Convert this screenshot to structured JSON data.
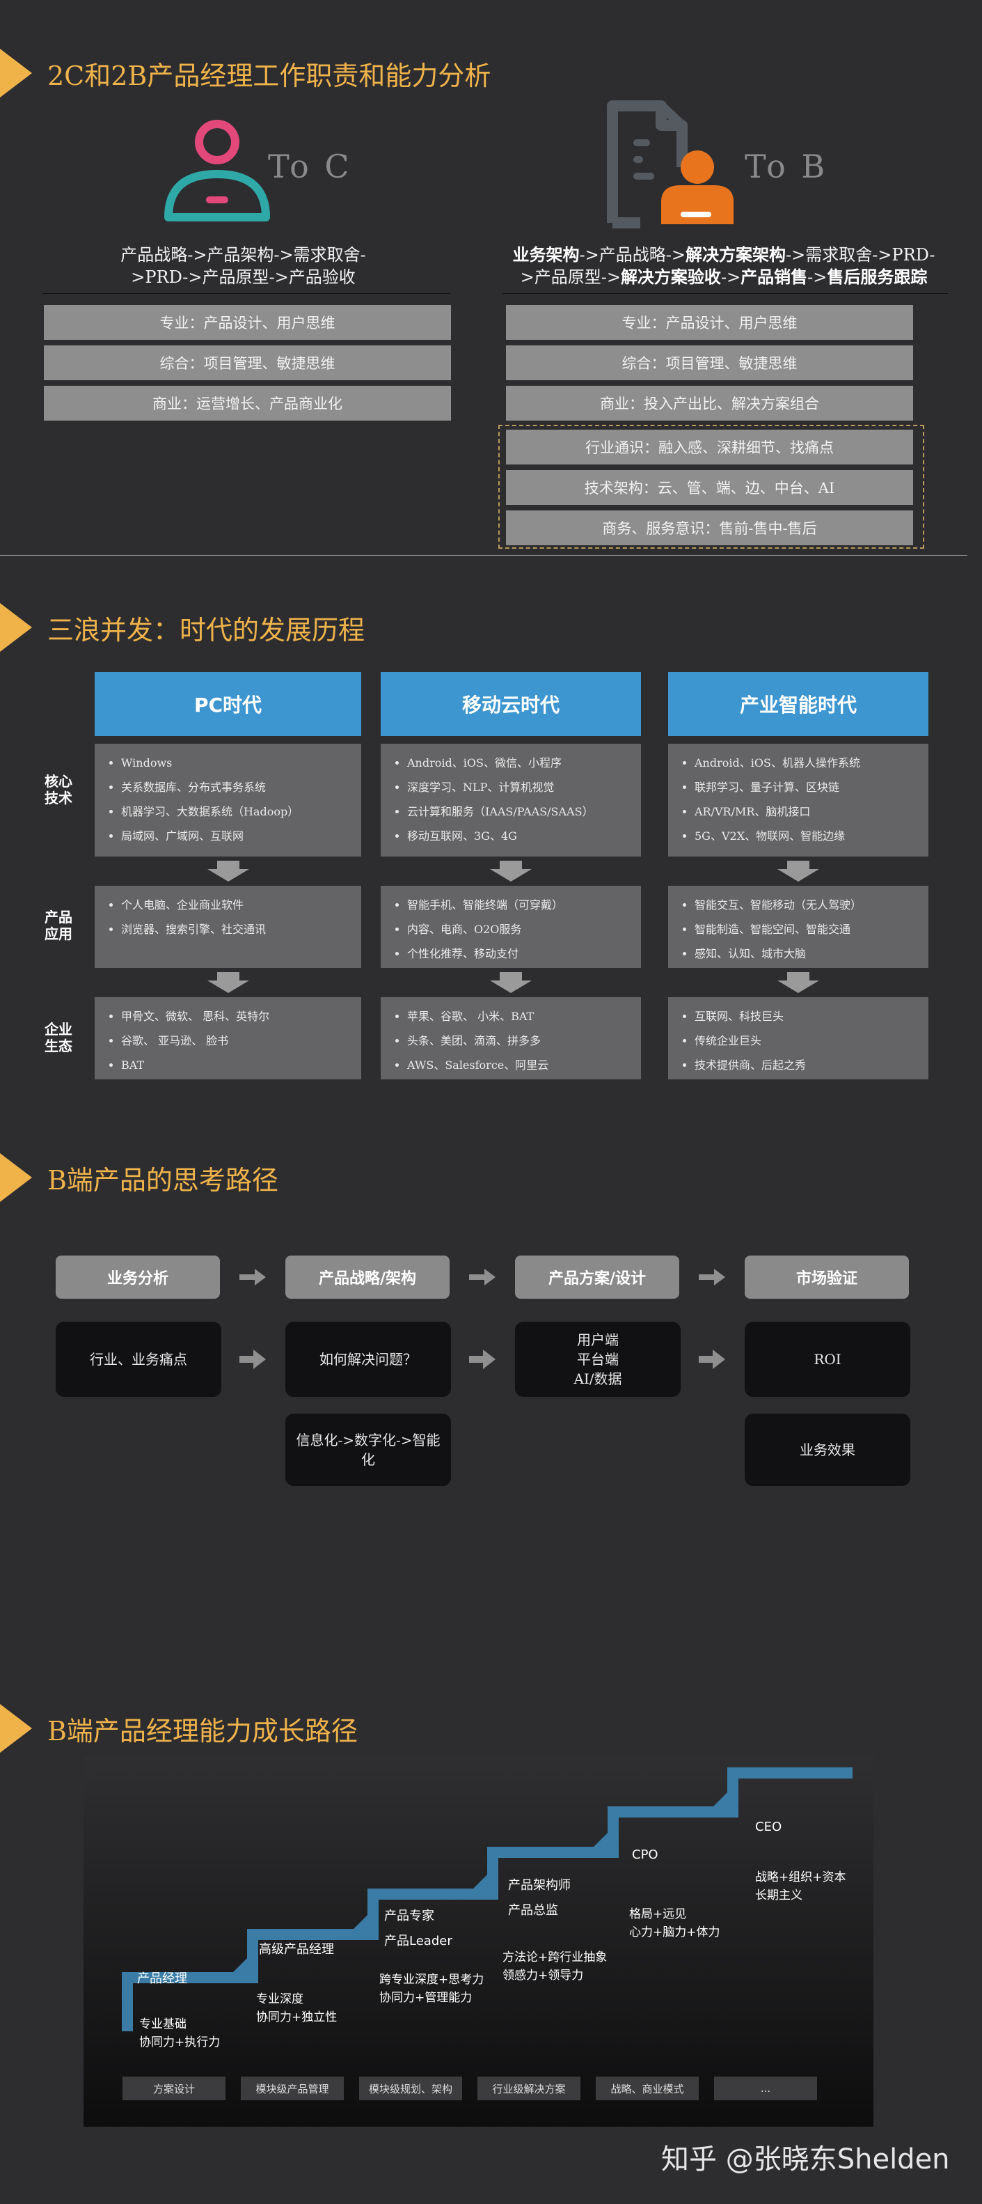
{
  "section1": {
    "title": "2C和2B产品经理工作职责和能力分析",
    "toc": {
      "label": "To C",
      "flow_line1": "产品战略->产品架构->需求取舍-",
      "flow_line2": ">PRD->产品原型->产品验收",
      "skills": [
        "专业：产品设计、用户思维",
        "综合：项目管理、敏捷思维",
        "商业：运营增长、产品商业化"
      ]
    },
    "tob": {
      "label": "To B",
      "flow_line1": [
        {
          "t": "业务架构",
          "b": true
        },
        {
          "t": "->产品战略->",
          "b": false
        },
        {
          "t": "解决方案架构",
          "b": true
        },
        {
          "t": "->需求取舍->PRD-",
          "b": false
        }
      ],
      "flow_line2": [
        {
          "t": ">产品原型->",
          "b": false
        },
        {
          "t": "解决方案验收",
          "b": true
        },
        {
          "t": "->",
          "b": false
        },
        {
          "t": "产品销售",
          "b": true
        },
        {
          "t": "->",
          "b": false
        },
        {
          "t": "售后服务跟踪",
          "b": true
        }
      ],
      "skills": [
        "专业：产品设计、用户思维",
        "综合：项目管理、敏捷思维",
        "商业：投入产出比、解决方案组合"
      ],
      "extra_skills": [
        "行业通识：融入感、深耕细节、找痛点",
        "技术架构：云、管、端、边、中台、AI",
        "商务、服务意识：售前-售中-售后"
      ]
    }
  },
  "section2": {
    "title": "三浪并发：时代的发展历程",
    "row_labels": [
      "核心技术",
      "产品应用",
      "企业生态"
    ],
    "eras": [
      {
        "name": "PC时代",
        "tech": [
          "Windows",
          "关系数据库、分布式事务系统",
          "机器学习、大数据系统（Hadoop）",
          "局域网、广域网、互联网"
        ],
        "apps": [
          "个人电脑、企业商业软件",
          "浏览器、搜索引擎、社交通讯"
        ],
        "eco": [
          "甲骨文、微软、 思科、英特尔",
          "谷歌、 亚马逊、 脸书",
          "BAT"
        ]
      },
      {
        "name": "移动云时代",
        "tech": [
          "Android、iOS、微信、小程序",
          "深度学习、NLP、计算机视觉",
          "云计算和服务（IAAS/PAAS/SAAS）",
          "移动互联网、3G、4G"
        ],
        "apps": [
          "智能手机、智能终端（可穿戴）",
          "内容、电商、O2O服务",
          "个性化推荐、移动支付"
        ],
        "eco": [
          "苹果、谷歌、 小米、BAT",
          "头条、美团、滴滴、拼多多",
          "AWS、Salesforce、阿里云"
        ]
      },
      {
        "name": "产业智能时代",
        "tech": [
          "Android、iOS、机器人操作系统",
          "联邦学习、量子计算、区块链",
          "AR/VR/MR、脑机接口",
          "5G、V2X、物联网、智能边缘"
        ],
        "apps": [
          "智能交互、智能移动（无人驾驶）",
          "智能制造、智能空间、智能交通",
          "感知、认知、城市大脑"
        ],
        "eco": [
          "互联网、科技巨头",
          "传统企业巨头",
          "技术提供商、后起之秀"
        ]
      }
    ]
  },
  "section3": {
    "title": "B端产品的思考路径",
    "heads": [
      "业务分析",
      "产品战略/架构",
      "产品方案/设计",
      "市场验证"
    ],
    "row1": [
      "行业、业务痛点",
      "如何解决问题？",
      "用户端\n平台端\nAI/数据",
      "ROI"
    ],
    "row2": [
      "信息化->数字化->智能化",
      "业务效果"
    ]
  },
  "section4": {
    "title": "B端产品经理能力成长路径",
    "steps": [
      {
        "label": "产品经理",
        "desc": "专业基础\n协同力+执行力"
      },
      {
        "label": "高级产品经理",
        "desc": "专业深度\n协同力+独立性"
      },
      {
        "label": "产品专家\n产品Leader",
        "desc": "跨专业深度+思考力\n协同力+管理能力"
      },
      {
        "label": "产品架构师\n产品总监",
        "desc": "方法论+跨行业抽象\n领感力+领导力"
      },
      {
        "label": "CPO",
        "desc": "格局+远见\n心力+脑力+体力"
      },
      {
        "label": "CEO",
        "desc": "战略+组织+资本\n长期主义"
      }
    ],
    "stages": [
      "方案设计",
      "模块级产品管理",
      "模块级规划、架构",
      "行业级解决方案",
      "战略、商业模式",
      "..."
    ]
  },
  "watermark": "知乎 @张晓东Shelden",
  "colors": {
    "accent": "#f0b34a",
    "blue": "#3d96cf",
    "orange": "#e8741e",
    "teal": "#2fa8a8",
    "pink": "#e2487a"
  }
}
